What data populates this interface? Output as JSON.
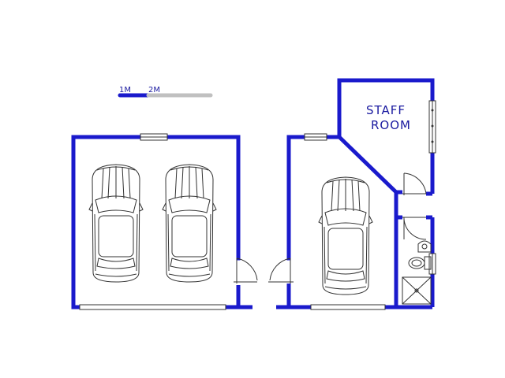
{
  "colors": {
    "wall": "#1a1acc",
    "scale_dark": "#1a1acc",
    "scale_light": "#c0c0c0",
    "label": "#1a1aa0",
    "fixture": "#333333"
  },
  "scale_bar": {
    "label_1": "1M",
    "label_2": "2M"
  },
  "rooms": {
    "staff_room": {
      "line1": "STAFF",
      "line2": "ROOM"
    }
  },
  "icons": [
    "car-icon",
    "door-swing-icon",
    "window-icon",
    "toilet-icon",
    "basin-icon",
    "shower-icon"
  ]
}
